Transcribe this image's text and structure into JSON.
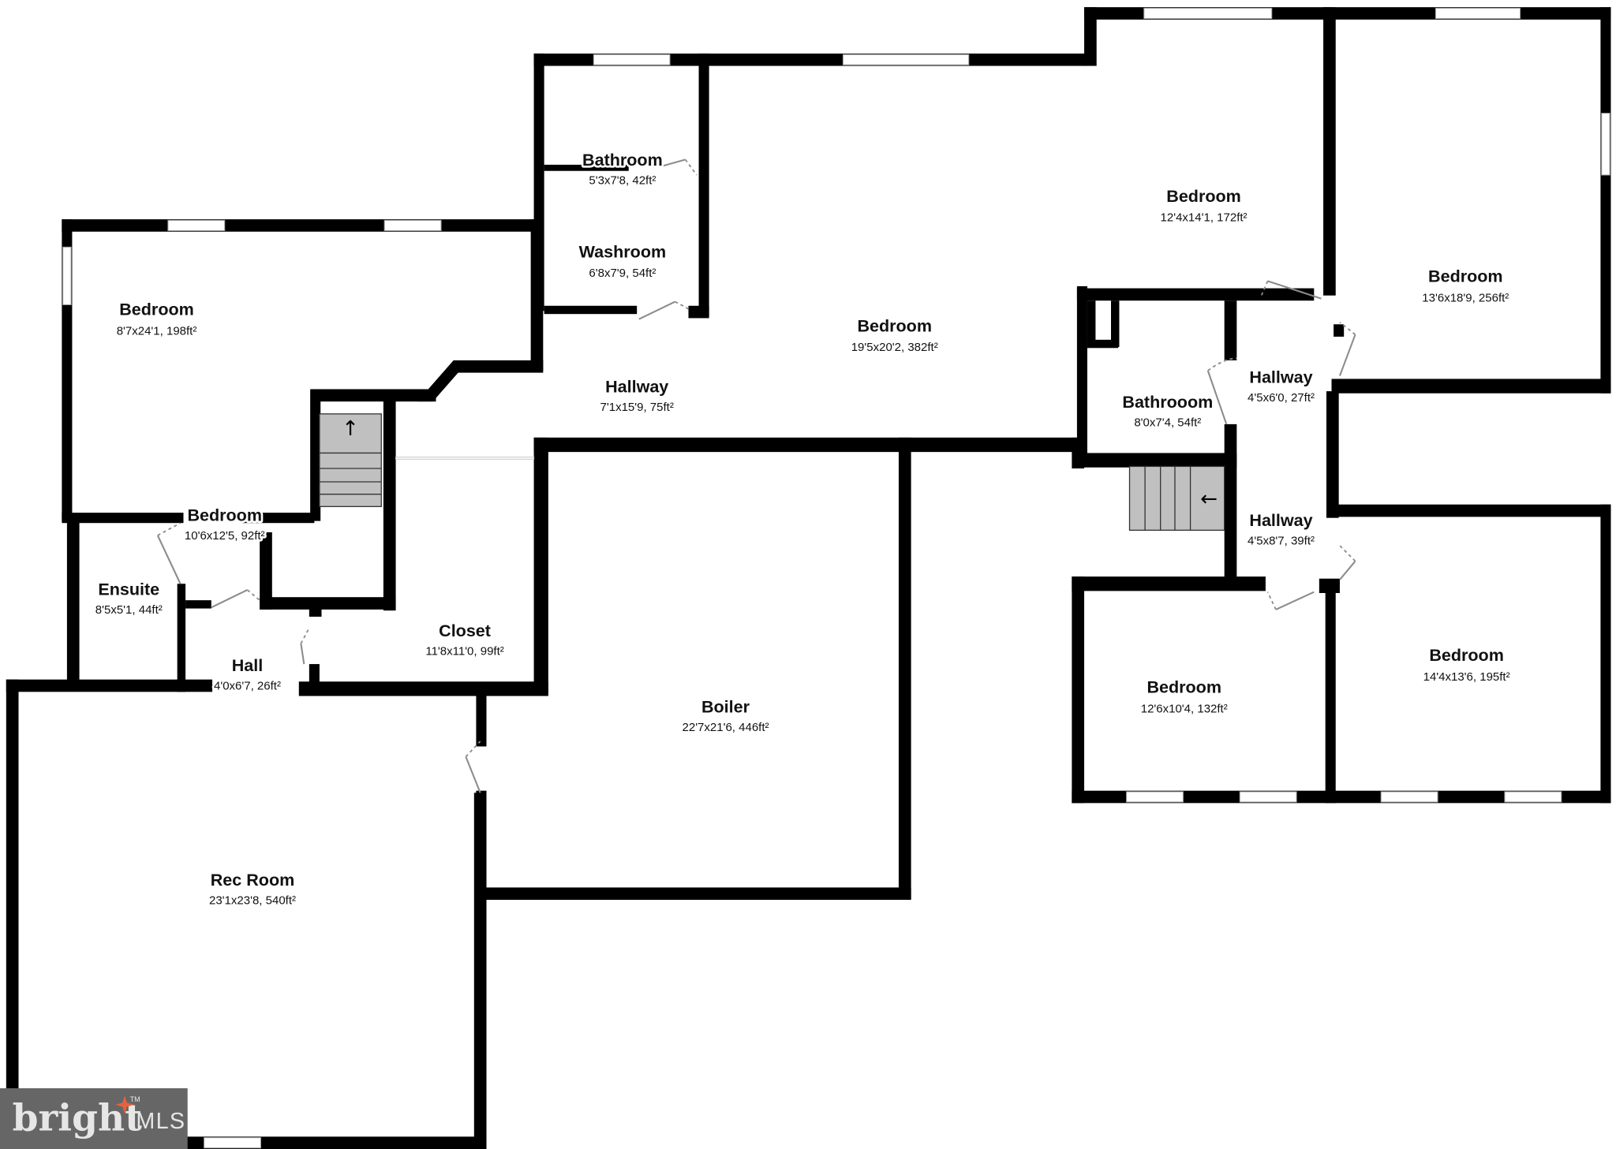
{
  "floorplan": {
    "rooms": [
      {
        "id": "bedroom-west",
        "name": "Bedroom",
        "dims": "8'7x24'1, 198ft²"
      },
      {
        "id": "bathroom-north",
        "name": "Bathroom",
        "dims": "5'3x7'8, 42ft²"
      },
      {
        "id": "washroom",
        "name": "Washroom",
        "dims": "6'8x7'9, 54ft²"
      },
      {
        "id": "bedroom-large",
        "name": "Bedroom",
        "dims": "19'5x20'2, 382ft²"
      },
      {
        "id": "hallway-central",
        "name": "Hallway",
        "dims": "7'1x15'9, 75ft²"
      },
      {
        "id": "bedroom-north-east",
        "name": "Bedroom",
        "dims": "12'4x14'1, 172ft²"
      },
      {
        "id": "bedroom-far-east",
        "name": "Bedroom",
        "dims": "13'6x18'9, 256ft²"
      },
      {
        "id": "bathroom-east",
        "name": "Bathrooom",
        "dims": "8'0x7'4, 54ft²"
      },
      {
        "id": "hallway-east-upper",
        "name": "Hallway",
        "dims": "4'5x6'0, 27ft²"
      },
      {
        "id": "hallway-east-lower",
        "name": "Hallway",
        "dims": "4'5x8'7, 39ft²"
      },
      {
        "id": "bedroom-small",
        "name": "Bedroom",
        "dims": "10'6x12'5, 92ft²"
      },
      {
        "id": "ensuite",
        "name": "Ensuite",
        "dims": "8'5x5'1, 44ft²"
      },
      {
        "id": "hall",
        "name": "Hall",
        "dims": "4'0x6'7, 26ft²"
      },
      {
        "id": "closet",
        "name": "Closet",
        "dims": "11'8x11'0, 99ft²"
      },
      {
        "id": "boiler",
        "name": "Boiler",
        "dims": "22'7x21'6, 446ft²"
      },
      {
        "id": "bedroom-south-east-1",
        "name": "Bedroom",
        "dims": "12'6x10'4, 132ft²"
      },
      {
        "id": "bedroom-south-east-2",
        "name": "Bedroom",
        "dims": "14'4x13'6, 195ft²"
      },
      {
        "id": "rec-room",
        "name": "Rec Room",
        "dims": "23'1x23'8, 540ft²"
      }
    ],
    "stairs": [
      {
        "id": "stairs-west",
        "direction": "up",
        "arrow": "↑"
      },
      {
        "id": "stairs-east",
        "direction": "left",
        "arrow": "←"
      }
    ]
  },
  "watermark": {
    "brand": "bright",
    "suffix": "MLS",
    "trademark": "TM",
    "accent_color": "#e8613a",
    "box_color": "#666666"
  }
}
